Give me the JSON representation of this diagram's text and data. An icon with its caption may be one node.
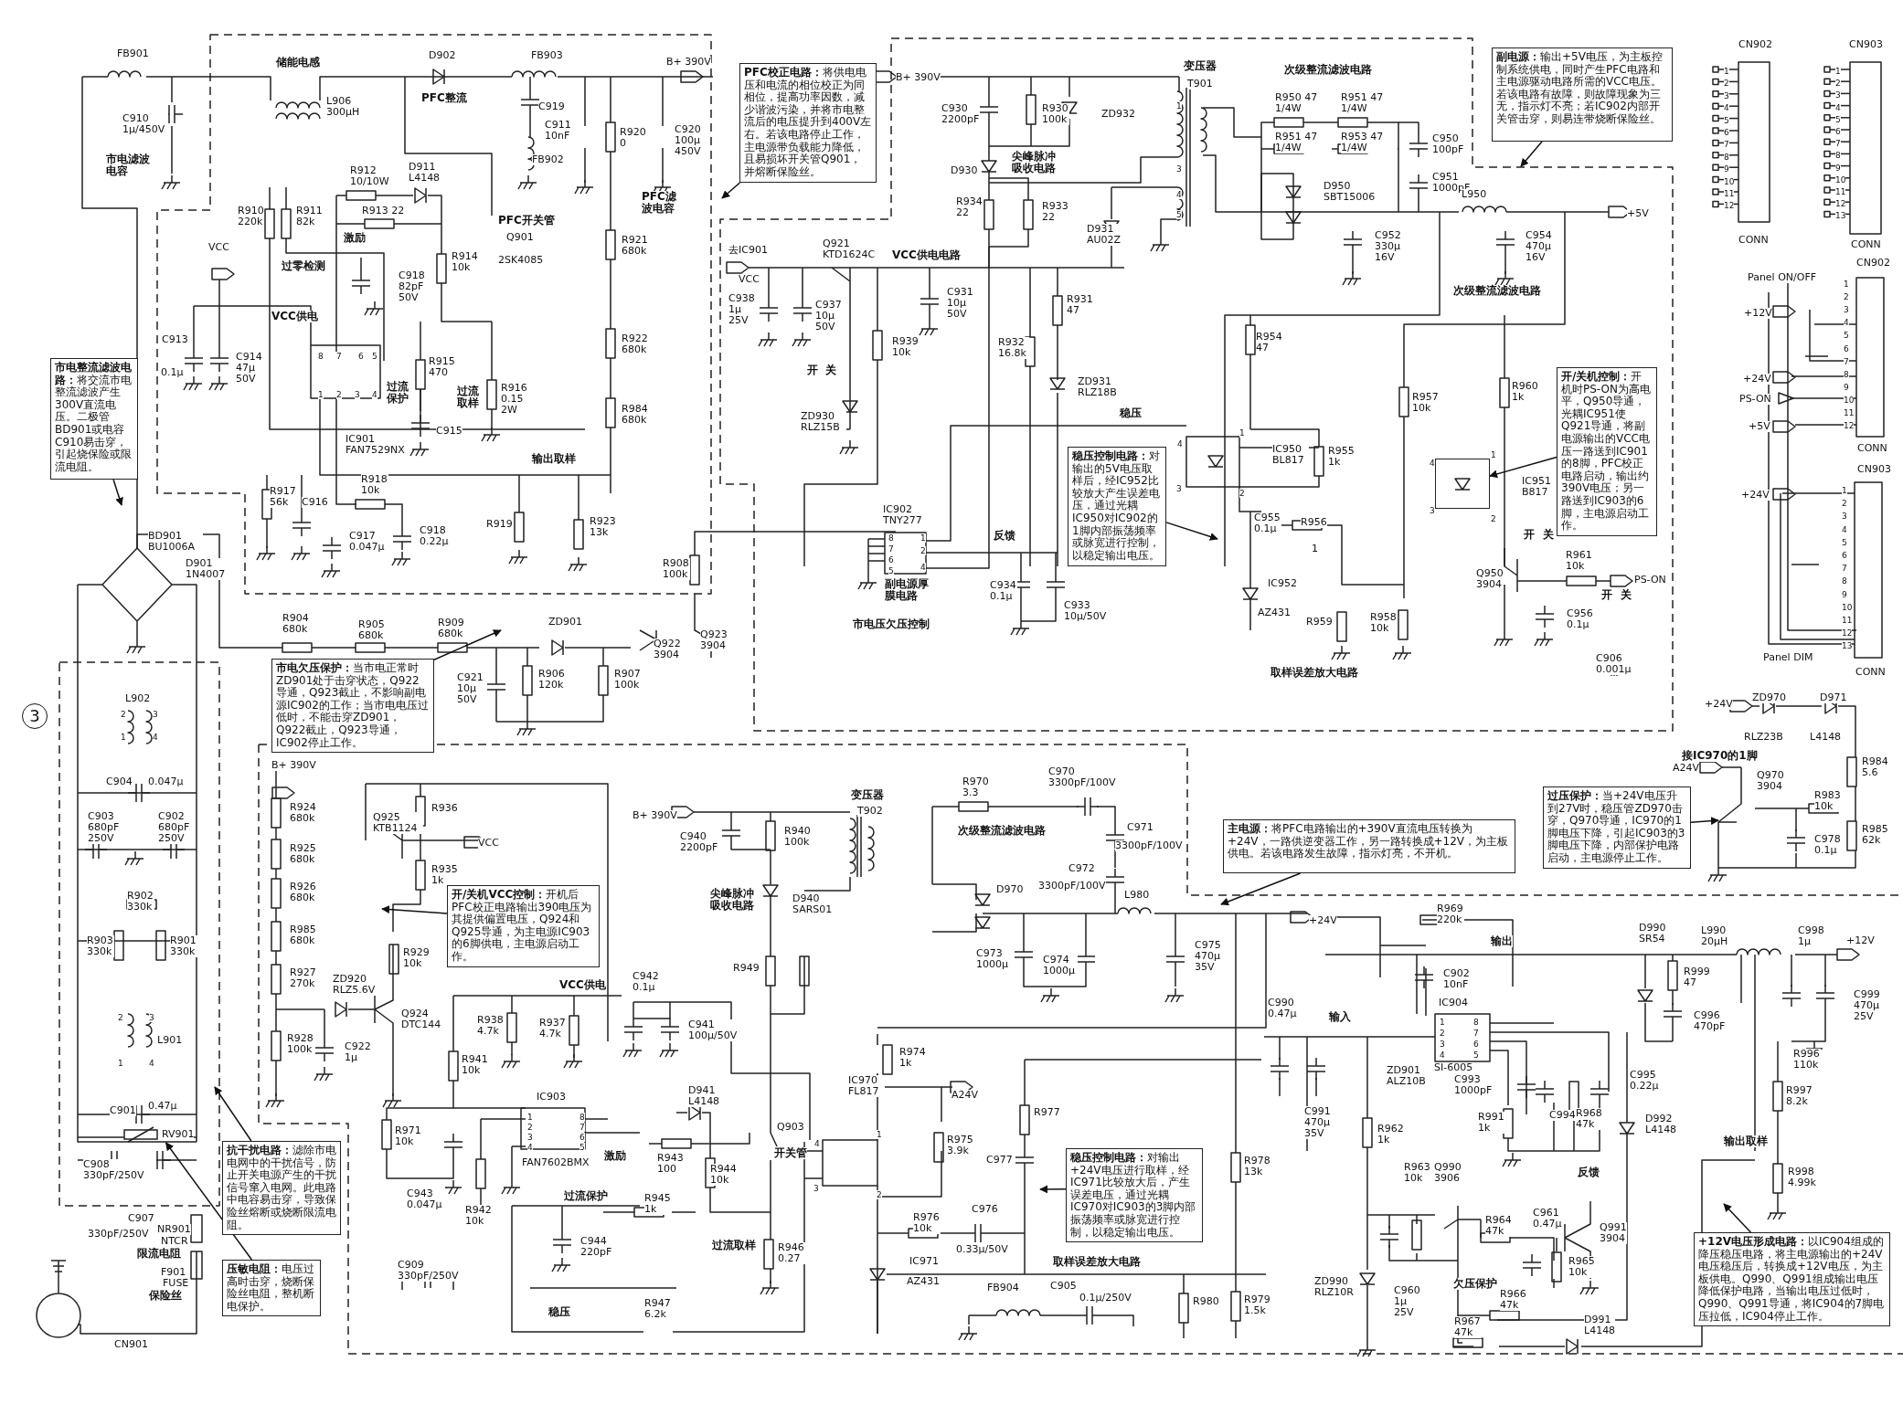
{
  "diagram": {
    "nodes": [
      {
        "text": [
          "**PFC校正电路：**将供电电压和电流的相位校正为同相位，提高功率因数，减少谐波污染，并将市电整流后的电压提升到400V左右。若该电路停止工作，主电源带负载能力降低，且易损坏开关管Q901，并熔断保险丝。"
        ]
      },
      {
        "text": [
          "**副电源：**输出+5V电压，为主板控制系统供电，同时产生PFC电路和主电源驱动电路所需的VCC电压。若该电路有故障，则故障现象为三无，指示灯不亮；若IC902内部开关管击穿，则易连带烧断保险丝。"
        ]
      },
      {
        "text": [
          "**市电整流滤波电路：**将交流市电整流滤波产生300V直流电压。二极管BD901或电容C910易击穿，引起烧保险或限流电阻。"
        ]
      },
      {
        "text": [
          "**市电欠压保护：**当市电正常时ZD901处于击穿状态，Q922导通，Q923截止，不影响副电源IC902的工作；当市电电压过低时，不能击穿ZD901，Q922截止，Q923导通，IC902停止工作。"
        ]
      },
      {
        "text": [
          "**稳压控制电路：**对输出的5V电压取样后，经IC952比较放大产生误差电压，通过光耦IC950对IC902的1脚内部振荡频率或脉宽进行控制，以稳定输出电压。"
        ]
      },
      {
        "text": [
          "**开/关机控制：**开机时PS-ON为高电平，Q950导通，光耦IC951使Q921导通，将副电源输出的VCC电压一路送到IC901的8脚，PFC校正电路启动，输出约390V电压；另一路送到IC903的6脚，主电源启动工作。"
        ]
      },
      {
        "text": [
          "**开/关机VCC控制：**开机后PFC校正电路输出390电压为其提供偏置电压，Q924和Q925导通，为主电源IC903的6脚供电，主电源启动工作。"
        ]
      },
      {
        "text": [
          "**抗干扰电路：**滤除市电电网中的干扰信号，防止开关电源产生的干扰信号窜入电网。此电路中电容易击穿，导致保险丝熔断或烧断限流电阻。"
        ]
      },
      {
        "text": [
          "**压敏电阻：**电压过高时击穿，烧断保险丝电阻，整机断电保护。"
        ]
      },
      {
        "text": [
          "**主电源：**将PFC电路输出的+390V直流电压转换为+24V，一路供逆变器工作，另一路转换成+12V，为主板供电。若该电路发生故障，指示灯亮，不开机。"
        ]
      },
      {
        "text": [
          "**稳压控制电路：**对输出+24V电压进行取样，经IC971比较放大后，产生误差电压，通过光耦IC970对IC903的3脚内部振荡频率或脉宽进行控制，以稳定输出电压。"
        ]
      },
      {
        "text": [
          "**过压保护：**当+24V电压升到27V时，稳压管ZD970击穿，Q970导通，IC970的1脚电压下降，引起IC903的3脚电压下降，内部保护电路启动，主电源停止工作。"
        ]
      },
      {
        "text": [
          "**+12V电压形成电路：**以IC904组成的降压稳压电路，将主电源输出的+24V电压稳压后，转换成+12V电压，为主板供电。Q990、Q991组成输出电压降低保护电路，当输出电压过低时，Q990、Q991导通，将IC904的7脚电压拉低，IC904停止工作。"
        ]
      },
      {
        "text": [
          "RV901"
        ]
      },
      {
        "text": [],
        "shape": "box"
      }
    ],
    "edges": [
      {
        "from": 0,
        "to": null,
        "arrow": "to"
      },
      {
        "from": 1,
        "to": null,
        "arrow": "to"
      },
      {
        "from": 2,
        "to": null,
        "arrow": "to"
      },
      {
        "from": 3,
        "to": null,
        "arrow": "to"
      },
      {
        "from": 4,
        "to": null,
        "arrow": "to"
      },
      {
        "from": 5,
        "to": 14,
        "arrow": "to"
      },
      {
        "from": 6,
        "to": null,
        "arrow": "to"
      },
      {
        "from": 7,
        "to": null,
        "arrow": "to"
      },
      {
        "from": 8,
        "to": 13,
        "arrow": "to"
      },
      {
        "from": 9,
        "to": null,
        "arrow": "to"
      },
      {
        "from": 10,
        "to": null,
        "arrow": "to"
      },
      {
        "from": 11,
        "to": null,
        "arrow": "to"
      },
      {
        "from": 12,
        "to": null,
        "arrow": "to"
      }
    ],
    "labels": [
      "FB901",
      "储能电感",
      "D902",
      "FB903",
      "B+ 390V",
      "C910 1μ/450V",
      "市电滤波电容",
      "L906 300μH",
      "PFC整流",
      "C919",
      "C911 10nF",
      "FB902",
      "R920 0",
      "C920 100μ 450V",
      "PFC滤波电容",
      "R912 10/10W",
      "D911 L4148",
      "R910 220k",
      "R911 82k",
      "R913 22",
      "PFC开关管",
      "Q901",
      "2SK4085",
      "激励",
      "过零检测",
      "VCC",
      "R914 10k",
      "C918 82pF 50V",
      "VCC供电",
      "C913",
      "0.1μ",
      "C914 47μ 50V",
      "8",
      "7",
      "6",
      "5",
      "1",
      "2",
      "3",
      "4",
      "过流保护",
      "R915 470",
      "过流取样",
      "R916 0.15 2W",
      "C915",
      "IC901 FAN7529NX",
      "输出取样",
      "R917 56k",
      "C916",
      "R918 10k",
      "C917 0.047μ",
      "C918 0.22μ",
      "R919",
      "R921 680k",
      "R922 680k",
      "R984 680k",
      "R923 13k",
      "BD901 BU1006A",
      "D901 1N4007",
      "R904 680k",
      "R905 680k",
      "R909 680k",
      "ZD901",
      "C921 10μ 50V",
      "R906 120k",
      "R907 100k",
      "R908 100k",
      "Q922 3904",
      "Q923 3904",
      "B+ 390V",
      "C930 2200pF",
      "R930 100k",
      "ZD932",
      "变压器",
      "T901",
      "1",
      "3",
      "4",
      "5",
      "D930",
      "尖峰脉冲吸收电路",
      "R934 22",
      "R933 22",
      "D931 AU02Z",
      "去IC901",
      "VCC",
      "Q921 KTD1624C",
      "VCC供电电路",
      "C938 1μ 25V",
      "C937 10μ 50V",
      "C931 10μ 50V",
      "R939 10k",
      "R932 16.8k",
      "R931 47",
      "ZD931 RLZ18B",
      "开",
      "关",
      "ZD930 RLZ15B",
      "稳压",
      "4",
      "3",
      "1",
      "2",
      "IC902 TNY277",
      "8",
      "7",
      "6",
      "5",
      "1",
      "2",
      "4",
      "反馈",
      "副电源厚膜电路",
      "市电压欠压控制",
      "C934 0.1μ",
      "C933 10μ/50V",
      "次级整流滤波电路",
      "R950 47 1/4W",
      "R951 47 1/4W",
      "R951 47 1/4W",
      "R953 47 1/4W",
      "C950 100pF",
      "C951 1000pF",
      "D950 SBT15006",
      "L950",
      "+5V",
      "C952 330μ 16V",
      "C954 470μ 16V",
      "次级整流滤波电路",
      "R954 47",
      "R957 10k",
      "R960 1k",
      "IC950 BL817",
      "R955 1k",
      "4",
      "1",
      "3",
      "2",
      "IC951 B817",
      "C955 0.1μ",
      "R956",
      "1",
      "IC952",
      "AZ431",
      "R959",
      "R958 10k",
      "取样误差放大电路",
      "开",
      "关",
      "Q950 3904",
      "R961 10k",
      "PS-ON",
      "开",
      "关",
      "C956 0.1μ",
      "C906 0.001μ",
      "CN902",
      "CN903",
      "1",
      "2",
      "3",
      "4",
      "5",
      "6",
      "7",
      "8",
      "9",
      "10",
      "11",
      "12",
      "1",
      "2",
      "3",
      "4",
      "5",
      "6",
      "7",
      "8",
      "9",
      "10",
      "11",
      "12",
      "13",
      "CONN",
      "CONN",
      "CN902",
      "Panel ON/OFF",
      "1",
      "2",
      "3",
      "4",
      "5",
      "6",
      "7",
      "8",
      "9",
      "10",
      "11",
      "12",
      "+12V",
      "+24V",
      "PS-ON",
      "+5V",
      "CONN",
      "CN903",
      "+24V",
      "1",
      "2",
      "3",
      "4",
      "5",
      "6",
      "7",
      "8",
      "9",
      "10",
      "11",
      "12",
      "13",
      "Panel DIM",
      "CONN",
      "3",
      "L902",
      "2",
      "3",
      "1",
      "4",
      "C904",
      "0.047μ",
      "C903 680pF 250V",
      "C902 680pF 250V",
      "R902 330k",
      "R903 330k",
      "R901 330k",
      "2",
      "3",
      "L901",
      "1",
      "4",
      "C901",
      "0.47μ",
      "C908 330pF/250V",
      "C907",
      "330pF/250V",
      "NR901",
      "NTCR",
      "限流电阻",
      "F901",
      "FUSE",
      "保险丝",
      "CN901",
      "B+ 390V",
      "R924 680k",
      "R925 680k",
      "R926 680k",
      "R985 680k",
      "R927 270k",
      "R928 100k",
      "ZD920 RLZ5.6V",
      "C922 1μ",
      "Q925 KTB1124",
      "R936",
      "VCC",
      "R935 1k",
      "R929 10k",
      "Q924 DTC144",
      "VCC供电",
      "R938 4.7k",
      "R937 4.7k",
      "R941 10k",
      "IC903",
      "1",
      "2",
      "3",
      "4",
      "8",
      "7",
      "6",
      "5",
      "R971 10k",
      "FAN7602BMX",
      "激励",
      "C943 0.047μ",
      "R942 10k",
      "过流保护",
      "C944 220pF",
      "C909 330pF/250V",
      "稳压",
      "B+ 390V",
      "C940 2200pF",
      "R940 100k",
      "变压器",
      "T902",
      "尖峰脉冲吸收电路",
      "D940 SARS01",
      "R949",
      "C942 0.1μ",
      "C941 100μ/50V",
      "D941 L4148",
      "Q903",
      "开关管",
      "4",
      "3",
      "1",
      "2",
      "R943 100",
      "R944 10k",
      "R945 1k",
      "过流取样",
      "R946 0.27",
      "R947 6.2k",
      "IC970 FL817",
      "R974 1k",
      "A24V",
      "R975 3.9k",
      "R976 10k",
      "C976",
      "0.33μ/50V",
      "IC971",
      "AZ431",
      "R977",
      "C977",
      "取样误差放大电路",
      "FB904",
      "C905",
      "0.1μ/250V",
      "R980",
      "R978 13k",
      "R979 1.5k",
      "R970 3.3",
      "C970 3300pF/100V",
      "次级整流滤波电路",
      "C971",
      "3300pF/100V",
      "C972",
      "D970",
      "3300pF/100V",
      "L980",
      "C973 1000μ",
      "C974 1000μ",
      "C975 470μ 35V",
      "+24V",
      "ZD970",
      "RLZ23B",
      "D971",
      "L4148",
      "接IC970的1脚",
      "A24V",
      "Q970 3904",
      "R984 5.6",
      "R983 10k",
      "R985 62k",
      "C978 0.1μ",
      "+24V",
      "R969 220k",
      "输出",
      "D990 SR54",
      "L990 20μH",
      "C998 1μ",
      "+12V",
      "C902 10nF",
      "C990 0.47μ",
      "输入",
      "IC904",
      "1",
      "2",
      "3",
      "4",
      "8",
      "7",
      "6",
      "5",
      "ZD901 ALZ10B",
      "SI-6005",
      "R999 47",
      "C996 470pF",
      "C999 470μ 25V",
      "R996 110k",
      "C993 1000pF",
      "C995 0.22μ",
      "C991 470μ 35V",
      "R991 1k",
      "C994",
      "R968 47k",
      "D992 L4148",
      "R997 8.2k",
      "R962 1k",
      "输出取样",
      "R963 10k",
      "Q990 3906",
      "反馈",
      "R998 4.99k",
      "R964 47k",
      "C961 0.47μ",
      "Q991 3904",
      "R965 10k",
      "ZD990 RLZ10R",
      "C960 1μ 25V",
      "欠压保护",
      "R966 47k",
      "R967 47k",
      "D991 L4148"
    ]
  }
}
